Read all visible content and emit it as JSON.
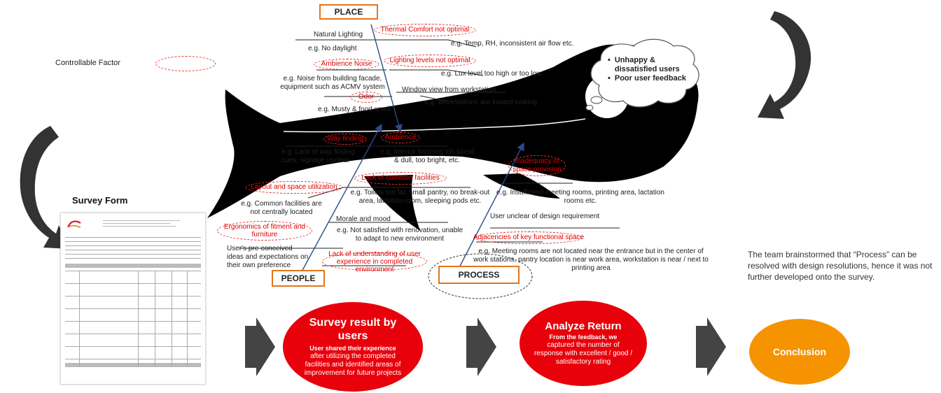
{
  "legend": {
    "label": "Controllable Factor"
  },
  "categories": {
    "place": "PLACE",
    "people": "PEOPLE",
    "process": "PROCESS"
  },
  "thought_bubble": {
    "items": [
      "Unhappy & dissatisfied users",
      "Poor user feedback"
    ]
  },
  "place": {
    "natural_lighting": "Natural Lighting",
    "no_daylight": "e.g. No daylight",
    "thermal_comfort": "Thermal Comfort not optimal",
    "temp_example": "e.g. Temp, RH, inconsistent air flow etc.",
    "ambience_noise": "Ambience Noise",
    "lighting_levels": "Lighting levels not optimal",
    "lux_example": "e.g. Lux level too high or too low",
    "noise_example": "e.g. Noise from building facade, equipment such as ACMV system",
    "window_view": "Window view from workstation",
    "odor": "Odor",
    "workstations_example": "e.g. Workstations are  inward looking",
    "musty_example": "e.g. Musty & food smell"
  },
  "people": {
    "way_finding": "Way finding",
    "ambience": "Ambience",
    "way_finding_example": "e.g. Lack of way finding cues, signage unclear",
    "interior_example": "e.g. Interior finishing too bland & dull, too bright,  etc.",
    "common_facilities": "Lack of common facilities",
    "layout": "Layout and space utilization",
    "toilets_example": "e.g. Toilets too far, small pantry, no break-out area, lactation room, sleeping pods etc.",
    "common_facilities_example": "e.g. Common facilities are not centrally located",
    "morale": "Morale and mood",
    "ergonomics": "Ergonomics of fitment and furniture",
    "renovation_example": "e.g. Not satisfied with renovation, unable to adapt to new environment",
    "preconceived": "User's pre-conceived ideas and expectations on their own preference",
    "lack_understanding": "Lack of understanding of user experience in completed environment"
  },
  "process": {
    "inadequacy": "Inadequacy of space provision",
    "meeting_rooms_example": "e.g. Insufficient meeting rooms, printing area, lactation rooms etc.",
    "design_req": "User unclear of design requirement",
    "adjacencies": "Adjacencies of key functional space",
    "adjacencies_example": "e.g. Meeting rooms are not located near the entrance but in the center of work stations, pantry location is near work area, workstation is near / next to printing area"
  },
  "note": "The team brainstormed that “Process” can be resolved with design resolutions, hence it was not further developed onto the survey.",
  "survey_form": {
    "title": "Survey Form"
  },
  "steps": {
    "survey_result_title": "Survey result by users",
    "survey_result_highlight": "User shared their experience",
    "survey_result_body": "after utilizing the completed facilities and identified areas of improvement for future projects",
    "analyze_title": "Analyze Return",
    "analyze_highlight": "From the feedback, we",
    "analyze_body": "captured the number of response with excellent / good / satisfactory rating",
    "conclusion": "Conclusion"
  },
  "colors": {
    "oval_border": "#e83030",
    "label_red": "#e00000",
    "category_border": "#e3751b",
    "step_red": "#e8000b",
    "conclusion_orange": "#f59300",
    "arrow_dark": "#333333",
    "fish": "#000000"
  }
}
